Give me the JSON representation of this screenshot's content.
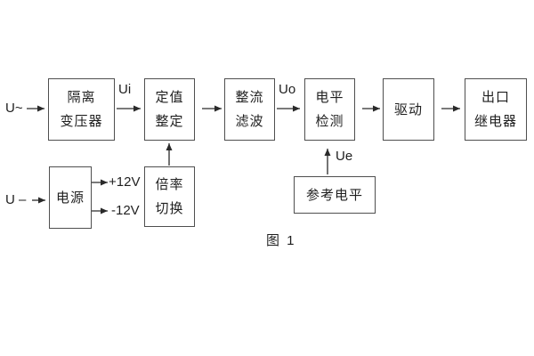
{
  "figure": {
    "caption": "图 1",
    "colors": {
      "background": "#ffffff",
      "box_border": "#4f4f4f",
      "text": "#1f1f1f",
      "arrow": "#2a2a2a"
    }
  },
  "blocks": [
    {
      "name": "isolation-transformer",
      "line1": "隔离",
      "line2": "变压器"
    },
    {
      "name": "value-setting",
      "line1": "定值",
      "line2": "整定"
    },
    {
      "name": "rectify-filter",
      "line1": "整流",
      "line2": "滤波"
    },
    {
      "name": "level-detect",
      "line1": "电平",
      "line2": "检测"
    },
    {
      "name": "drive",
      "line1": "驱动"
    },
    {
      "name": "output-relay",
      "line1": "出口",
      "line2": "继电器"
    },
    {
      "name": "power-supply",
      "line1": "电源"
    },
    {
      "name": "ratio-switch",
      "line1": "倍率",
      "line2": "切换"
    },
    {
      "name": "reference-level",
      "line1": "参考电平"
    }
  ],
  "signals": {
    "ac_input": "U~",
    "dc_input": "U –",
    "ui": "Ui",
    "uo": "Uo",
    "ue": "Ue",
    "plus_12v": "+12V",
    "minus_12v": "-12V"
  }
}
